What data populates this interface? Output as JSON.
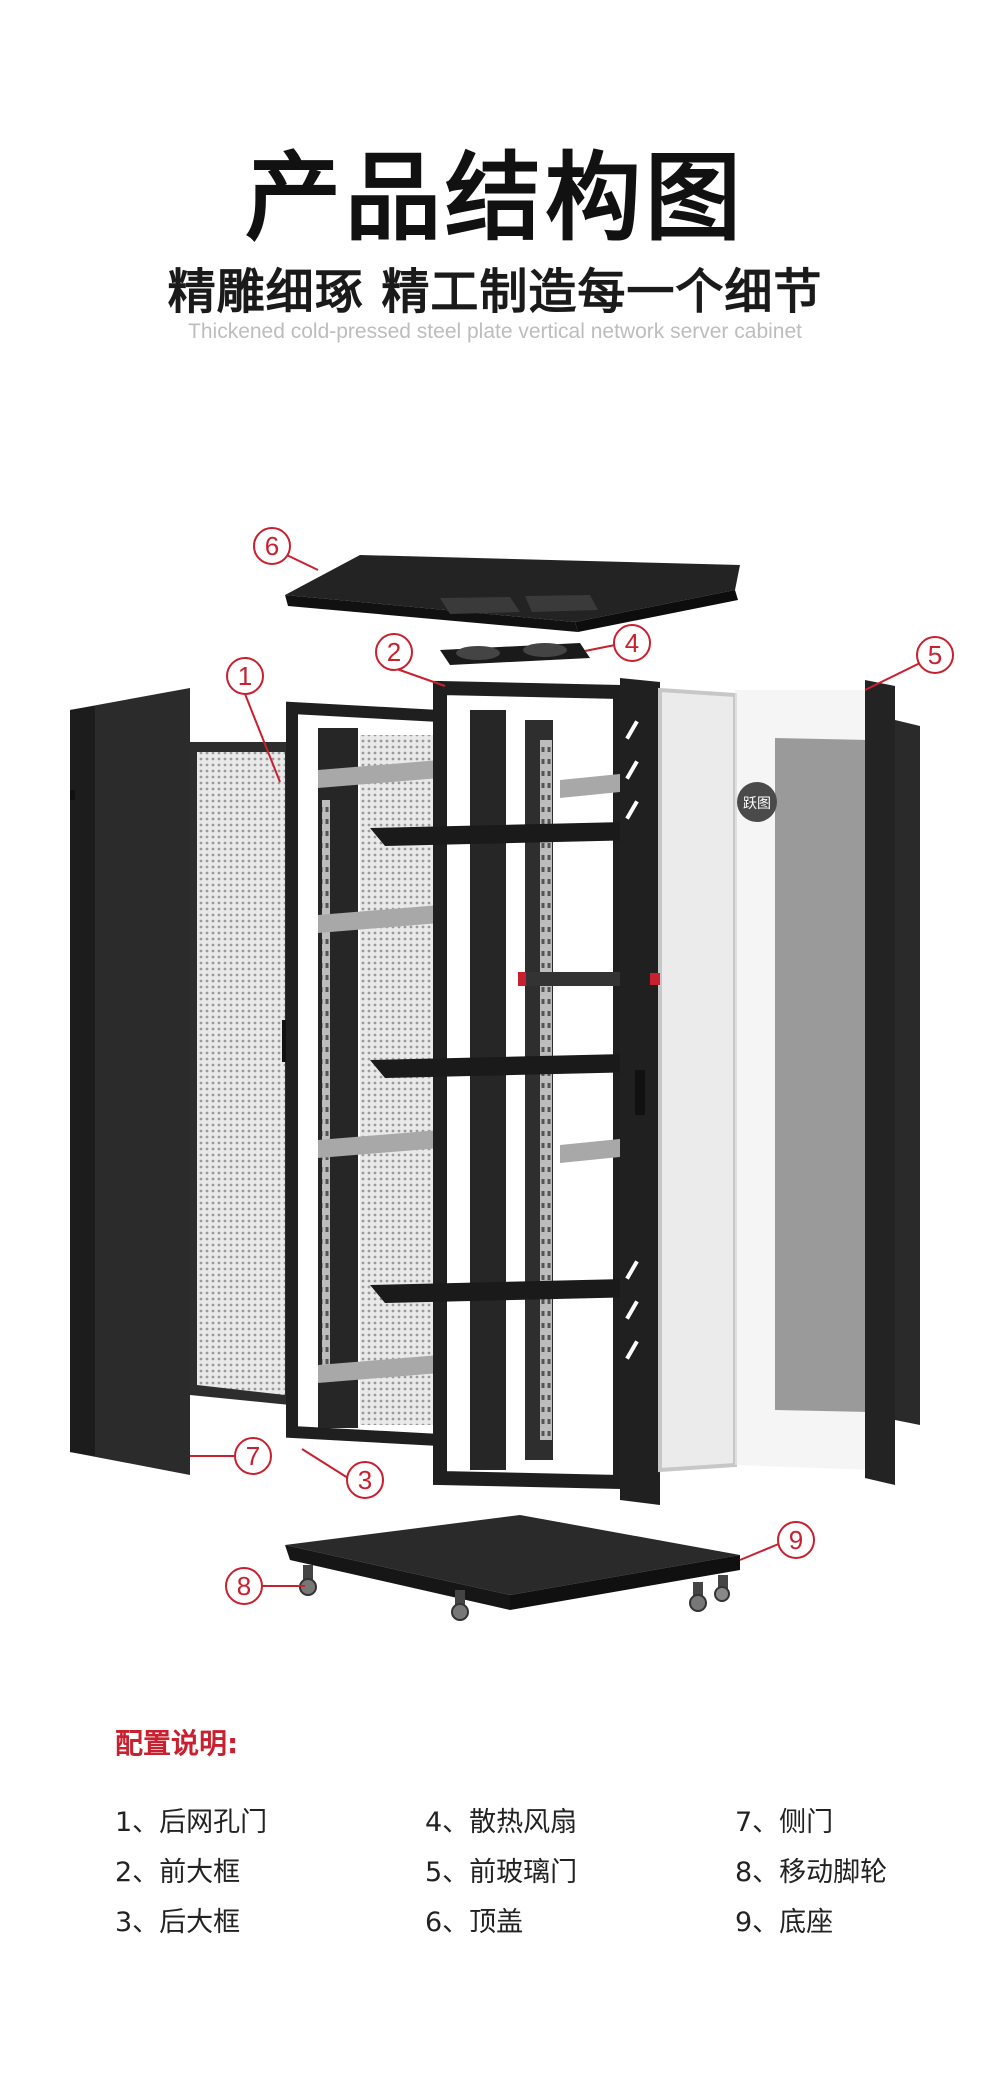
{
  "header": {
    "title": "产品结构图",
    "subtitle": "精雕细琢 精工制造每一个细节",
    "english": "Thickened cold-pressed steel plate vertical network server cabinet"
  },
  "diagram": {
    "logo_text": "跃图",
    "callouts": [
      "1",
      "2",
      "3",
      "4",
      "5",
      "6",
      "7",
      "8",
      "9"
    ]
  },
  "config": {
    "title": "配置说明:",
    "items": [
      "1、后网孔门",
      "4、散热风扇",
      "7、侧门",
      "2、前大框",
      "5、前玻璃门",
      "8、移动脚轮",
      "3、后大框",
      "6、顶盖",
      "9、底座"
    ]
  },
  "colors": {
    "accent": "#c8202e",
    "frame": "#1f1f1f",
    "rail": "#a8a8a8",
    "glass": "#e6e6e6"
  }
}
